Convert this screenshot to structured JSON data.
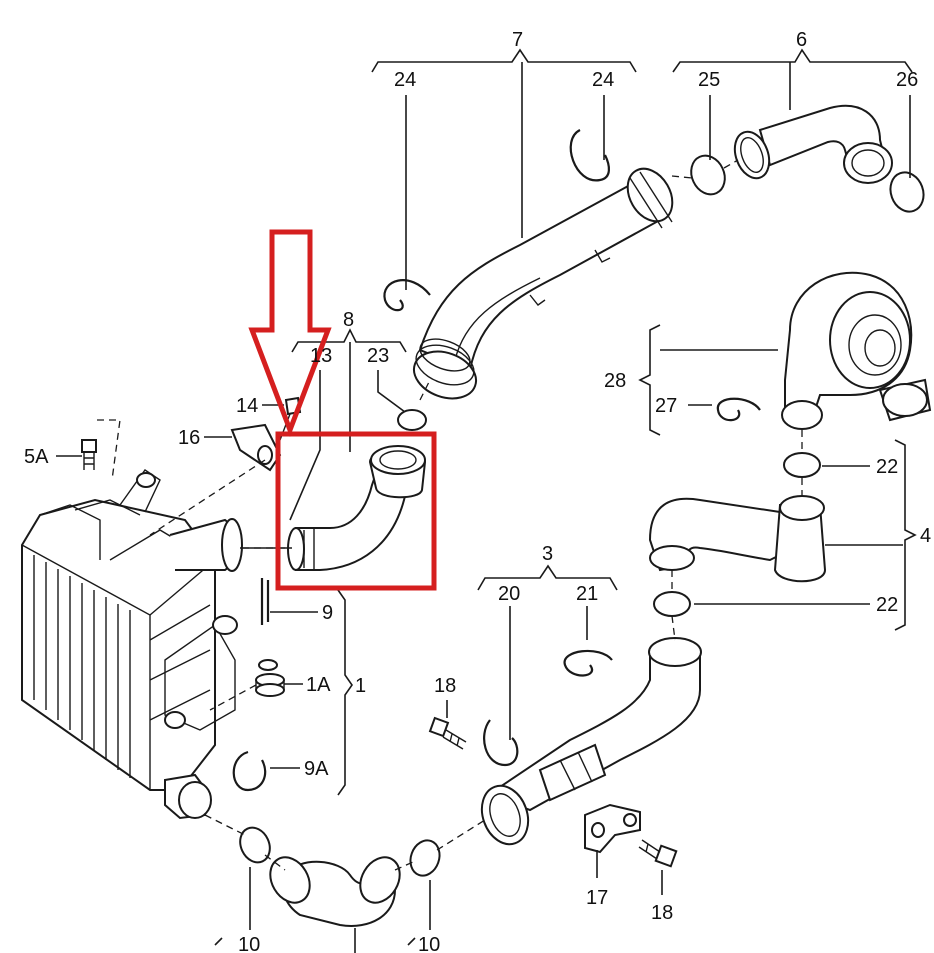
{
  "callouts": {
    "c1": "1",
    "c1A": "1A",
    "c3": "3",
    "c4": "4",
    "c5A": "5A",
    "c6": "6",
    "c7": "7",
    "c8": "8",
    "c9": "9",
    "c9A": "9A",
    "c10a": "10",
    "c10b": "10",
    "c13": "13",
    "c14": "14",
    "c16": "16",
    "c17": "17",
    "c18a": "18",
    "c18b": "18",
    "c20": "20",
    "c21": "21",
    "c22a": "22",
    "c22b": "22",
    "c23": "23",
    "c24a": "24",
    "c24b": "24",
    "c25": "25",
    "c26": "26",
    "c27": "27",
    "c28": "28"
  },
  "colors": {
    "highlight": "#d51f1f",
    "line": "#1a1a1a",
    "background": "#ffffff"
  }
}
